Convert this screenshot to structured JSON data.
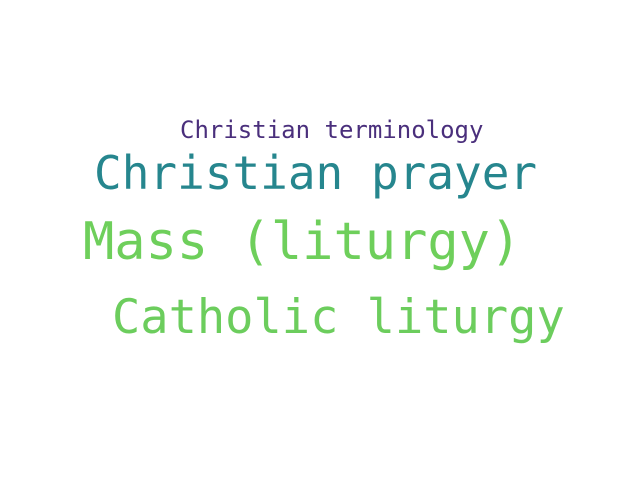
{
  "word_cloud": {
    "words": [
      {
        "text": "Christian terminology",
        "color": "#4a2f7c"
      },
      {
        "text": "Christian prayer",
        "color": "#26868e"
      },
      {
        "text": "Mass (liturgy)",
        "color": "#6ecf5b"
      },
      {
        "text": "Catholic liturgy",
        "color": "#6ccd5d"
      }
    ]
  }
}
